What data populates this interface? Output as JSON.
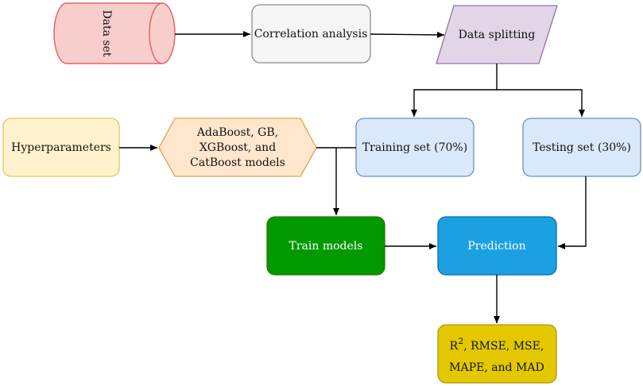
{
  "diagram": {
    "nodes": {
      "data_set": {
        "label": "Data set",
        "fill": "#f8cecc",
        "stroke": "#e06666"
      },
      "correlation": {
        "label": "Correlation analysis",
        "fill": "#f5f5f5",
        "stroke": "#8c8c8c"
      },
      "splitting": {
        "label": "Data splitting",
        "fill": "#e1d5e7",
        "stroke": "#9673a6"
      },
      "hyperparameters": {
        "label": "Hyperparameters",
        "fill": "#fff2cc",
        "stroke": "#e6c25b"
      },
      "models": {
        "lines": [
          "AdaBoost, GB,",
          "XGBoost, and",
          "CatBoost models"
        ],
        "fill": "#ffe6cc",
        "stroke": "#e0a24a"
      },
      "training": {
        "label": "Training set (70%)",
        "fill": "#dae8fc",
        "stroke": "#6c8ebf"
      },
      "testing": {
        "label": "Testing set (30%)",
        "fill": "#dae8fc",
        "stroke": "#6c8ebf"
      },
      "train_models": {
        "label": "Train models",
        "fill": "#009900",
        "stroke": "#2d7600"
      },
      "prediction": {
        "label": "Prediction",
        "fill": "#1ba1e2",
        "stroke": "#006eaf"
      },
      "metrics": {
        "line1_base": "R",
        "line1_sup": "2",
        "line1_rest": ", RMSE, MSE,",
        "line2": "MAPE, and MAD",
        "fill": "#e3c800",
        "stroke": "#b09500"
      }
    }
  }
}
